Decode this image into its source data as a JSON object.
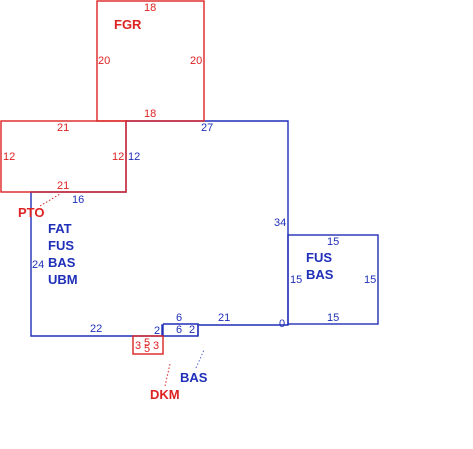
{
  "colors": {
    "red": "#dd2222",
    "blue": "#1f2fb8",
    "dotted": "#dd2222",
    "blue_dotted": "#5566cc"
  },
  "labels": {
    "fgr": "FGR",
    "pto": "PTO",
    "dkm": "DKM",
    "bas_lower": "BAS",
    "main_codes": [
      "FAT",
      "FUS",
      "BAS",
      "UBM"
    ],
    "right_codes": [
      "FUS",
      "BAS"
    ]
  },
  "dims": {
    "fgr_top": "18",
    "fgr_left": "20",
    "fgr_right": "20",
    "fgr_bottom": "18",
    "pto_top": "21",
    "pto_left": "12",
    "pto_right": "12",
    "pto_bottom": "21",
    "main_right_of_pto": "12",
    "main_top": "27",
    "main_under_pto": "16",
    "main_left": "24",
    "main_right": "34",
    "main_bottom_left": "22",
    "main_step_1": "2",
    "main_step_6_top": "6",
    "main_step_6_bottom": "6",
    "main_step_2": "2",
    "main_bottom_right": "21",
    "main_corner_zero": "0",
    "wing_top": "15",
    "wing_left": "15",
    "wing_right": "15",
    "wing_bottom": "15",
    "dkm_left": "3",
    "dkm_mid": "5",
    "dkm_right": "3",
    "dkm_top": "5"
  }
}
